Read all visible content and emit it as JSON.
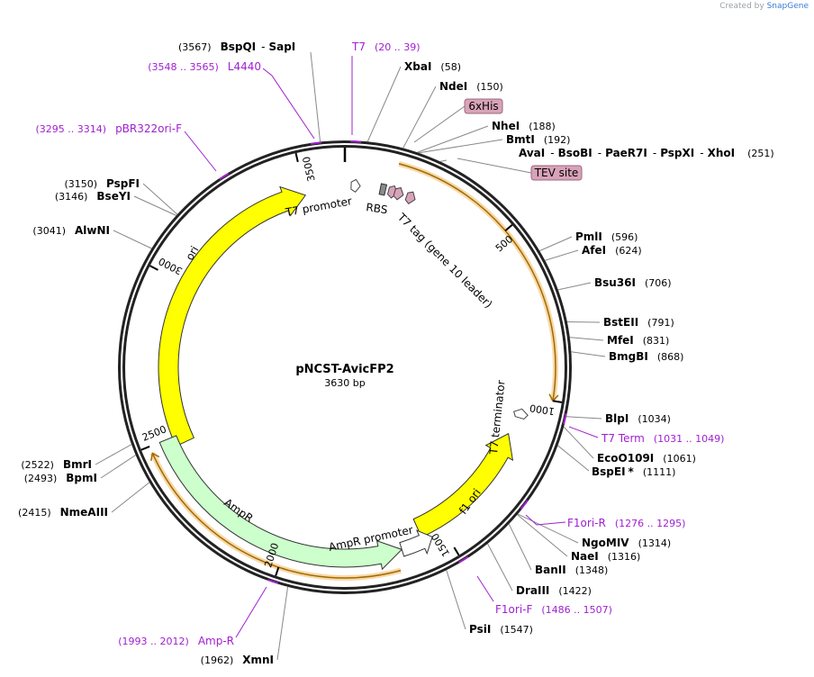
{
  "watermark": {
    "created_by": "Created by",
    "brand": "SnapGene"
  },
  "plasmid": {
    "name": "pNCST-AvicFP2",
    "size_label": "3630 bp",
    "length": 3630
  },
  "colors": {
    "backbone": "#222222",
    "ori": "#ffff00",
    "ampr": "#ccffcc",
    "orf": "#f4a300",
    "primer": "#a020d0",
    "tag_fill": "#d8a3b8",
    "site_grey": "#8a8a8a"
  },
  "tick_marks": [
    {
      "position": 500,
      "label": "500"
    },
    {
      "position": 1000,
      "label": "1000"
    },
    {
      "position": 1500,
      "label": "1500"
    },
    {
      "position": 2000,
      "label": "2000"
    },
    {
      "position": 2500,
      "label": "2500"
    },
    {
      "position": 3000,
      "label": "3000"
    },
    {
      "position": 3500,
      "label": "3500"
    }
  ],
  "features": [
    {
      "name": "ori",
      "label": "ori",
      "start": 2470,
      "end": 3500,
      "direction": "forward",
      "color": "yellow"
    },
    {
      "name": "f1-ori",
      "label": "f1 ori",
      "start": 1130,
      "end": 1570,
      "direction": "reverse",
      "color": "yellow"
    },
    {
      "name": "ampr",
      "label": "AmpR",
      "start": 1640,
      "end": 2500,
      "direction": "reverse",
      "color": "green"
    },
    {
      "name": "ampr-promoter",
      "label": "AmpR promoter",
      "start": 1540,
      "end": 1640,
      "direction": "reverse",
      "color": "white"
    },
    {
      "name": "t7-promoter",
      "label": "T7 promoter",
      "start": 20,
      "end": 38,
      "direction": "forward",
      "color": "white"
    },
    {
      "name": "rbs",
      "label": "RBS",
      "start": 110,
      "end": 123,
      "direction": "none",
      "color": "grey"
    },
    {
      "name": "t7-tag",
      "label": "T7 tag (gene 10 leader)",
      "start": 130,
      "end": 160,
      "direction": "forward",
      "color": "pink"
    },
    {
      "name": "t7-terminator",
      "label": "T7 terminator",
      "start": 1045,
      "end": 1090,
      "direction": "reverse",
      "color": "white"
    }
  ],
  "orf_arc": {
    "start": 150,
    "end": 1000
  },
  "enzymes": [
    {
      "name": "BspQI",
      "name2": "SapI",
      "pos": "(3567)"
    },
    {
      "name": "XbaI",
      "pos": "(58)"
    },
    {
      "name": "NdeI",
      "pos": "(150)"
    },
    {
      "name": "NheI",
      "pos": "(188)"
    },
    {
      "name": "BmtI",
      "pos": "(192)"
    },
    {
      "name": "AvaI",
      "name2": "BsoBI",
      "name3": "PaeR7I",
      "name4": "PspXI",
      "name5": "XhoI",
      "pos": "(251)"
    },
    {
      "name": "PmlI",
      "pos": "(596)"
    },
    {
      "name": "AfeI",
      "pos": "(624)"
    },
    {
      "name": "Bsu36I",
      "pos": "(706)"
    },
    {
      "name": "BstEII",
      "pos": "(791)"
    },
    {
      "name": "MfeI",
      "pos": "(831)"
    },
    {
      "name": "BmgBI",
      "pos": "(868)"
    },
    {
      "name": "BlpI",
      "pos": "(1034)"
    },
    {
      "name": "EcoO109I",
      "pos": "(1061)"
    },
    {
      "name": "BspEI",
      "star": "*",
      "pos": "(1111)"
    },
    {
      "name": "NgoMIV",
      "pos": "(1314)"
    },
    {
      "name": "NaeI",
      "pos": "(1316)"
    },
    {
      "name": "BanII",
      "pos": "(1348)"
    },
    {
      "name": "DraIII",
      "pos": "(1422)"
    },
    {
      "name": "PsiI",
      "pos": "(1547)"
    },
    {
      "name": "XmnI",
      "pos": "(1962)"
    },
    {
      "name": "NmeAIII",
      "pos": "(2415)"
    },
    {
      "name": "BpmI",
      "pos": "(2493)"
    },
    {
      "name": "BmrI",
      "pos": "(2522)"
    },
    {
      "name": "AlwNI",
      "pos": "(3041)"
    },
    {
      "name": "BseYI",
      "pos": "(3146)"
    },
    {
      "name": "PspFI",
      "pos": "(3150)"
    }
  ],
  "primers": [
    {
      "name": "T7",
      "range": "(20 .. 39)"
    },
    {
      "name": "L4440",
      "range": "(3548 .. 3565)"
    },
    {
      "name": "pBR322ori-F",
      "range": "(3295 .. 3314)"
    },
    {
      "name": "T7 Term",
      "range": "(1031 .. 1049)"
    },
    {
      "name": "F1ori-R",
      "range": "(1276 .. 1295)"
    },
    {
      "name": "F1ori-F",
      "range": "(1486 .. 1507)"
    },
    {
      "name": "Amp-R",
      "range": "(1993 .. 2012)"
    }
  ],
  "feature_boxes": [
    {
      "name": "6xHis"
    },
    {
      "name": "TEV site"
    }
  ]
}
